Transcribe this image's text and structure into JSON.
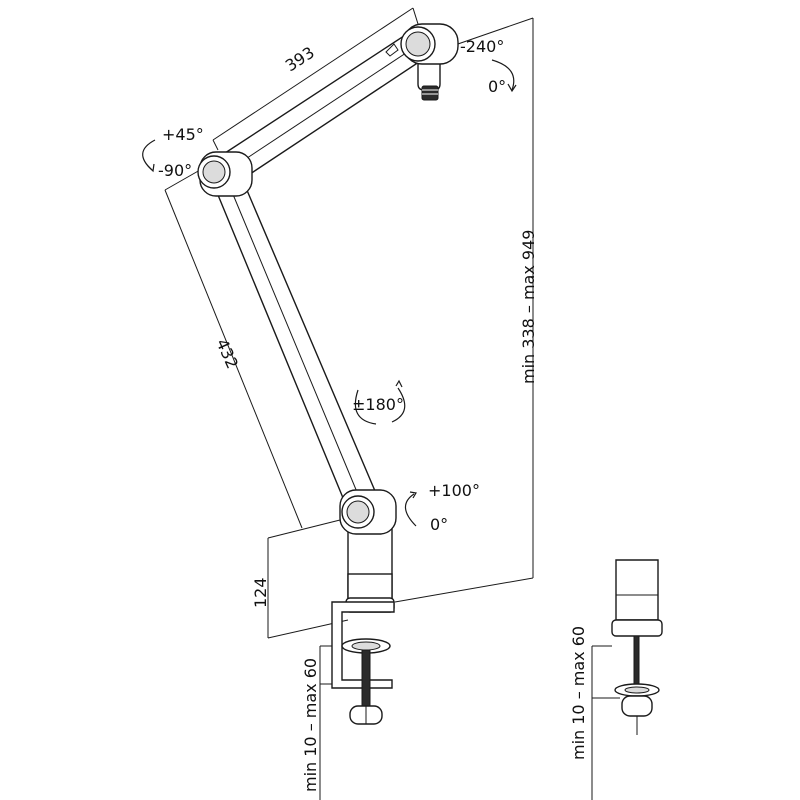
{
  "dimensions": {
    "upper_arm_length": "393",
    "lower_arm_length": "432",
    "base_height": "124",
    "total_height": "min 338 – max 949",
    "clamp_range": "min 10 – max 60",
    "clamp_range_detail": "min 10 – max 60"
  },
  "angles": {
    "top_joint_max": "-240°",
    "top_joint_min": "0°",
    "elbow_up": "+45°",
    "elbow_down": "-90°",
    "arm_rotation": "±180°",
    "base_up": "+100°",
    "base_min": "0°"
  },
  "colors": {
    "line": "#1a1a1a",
    "background": "#ffffff"
  }
}
